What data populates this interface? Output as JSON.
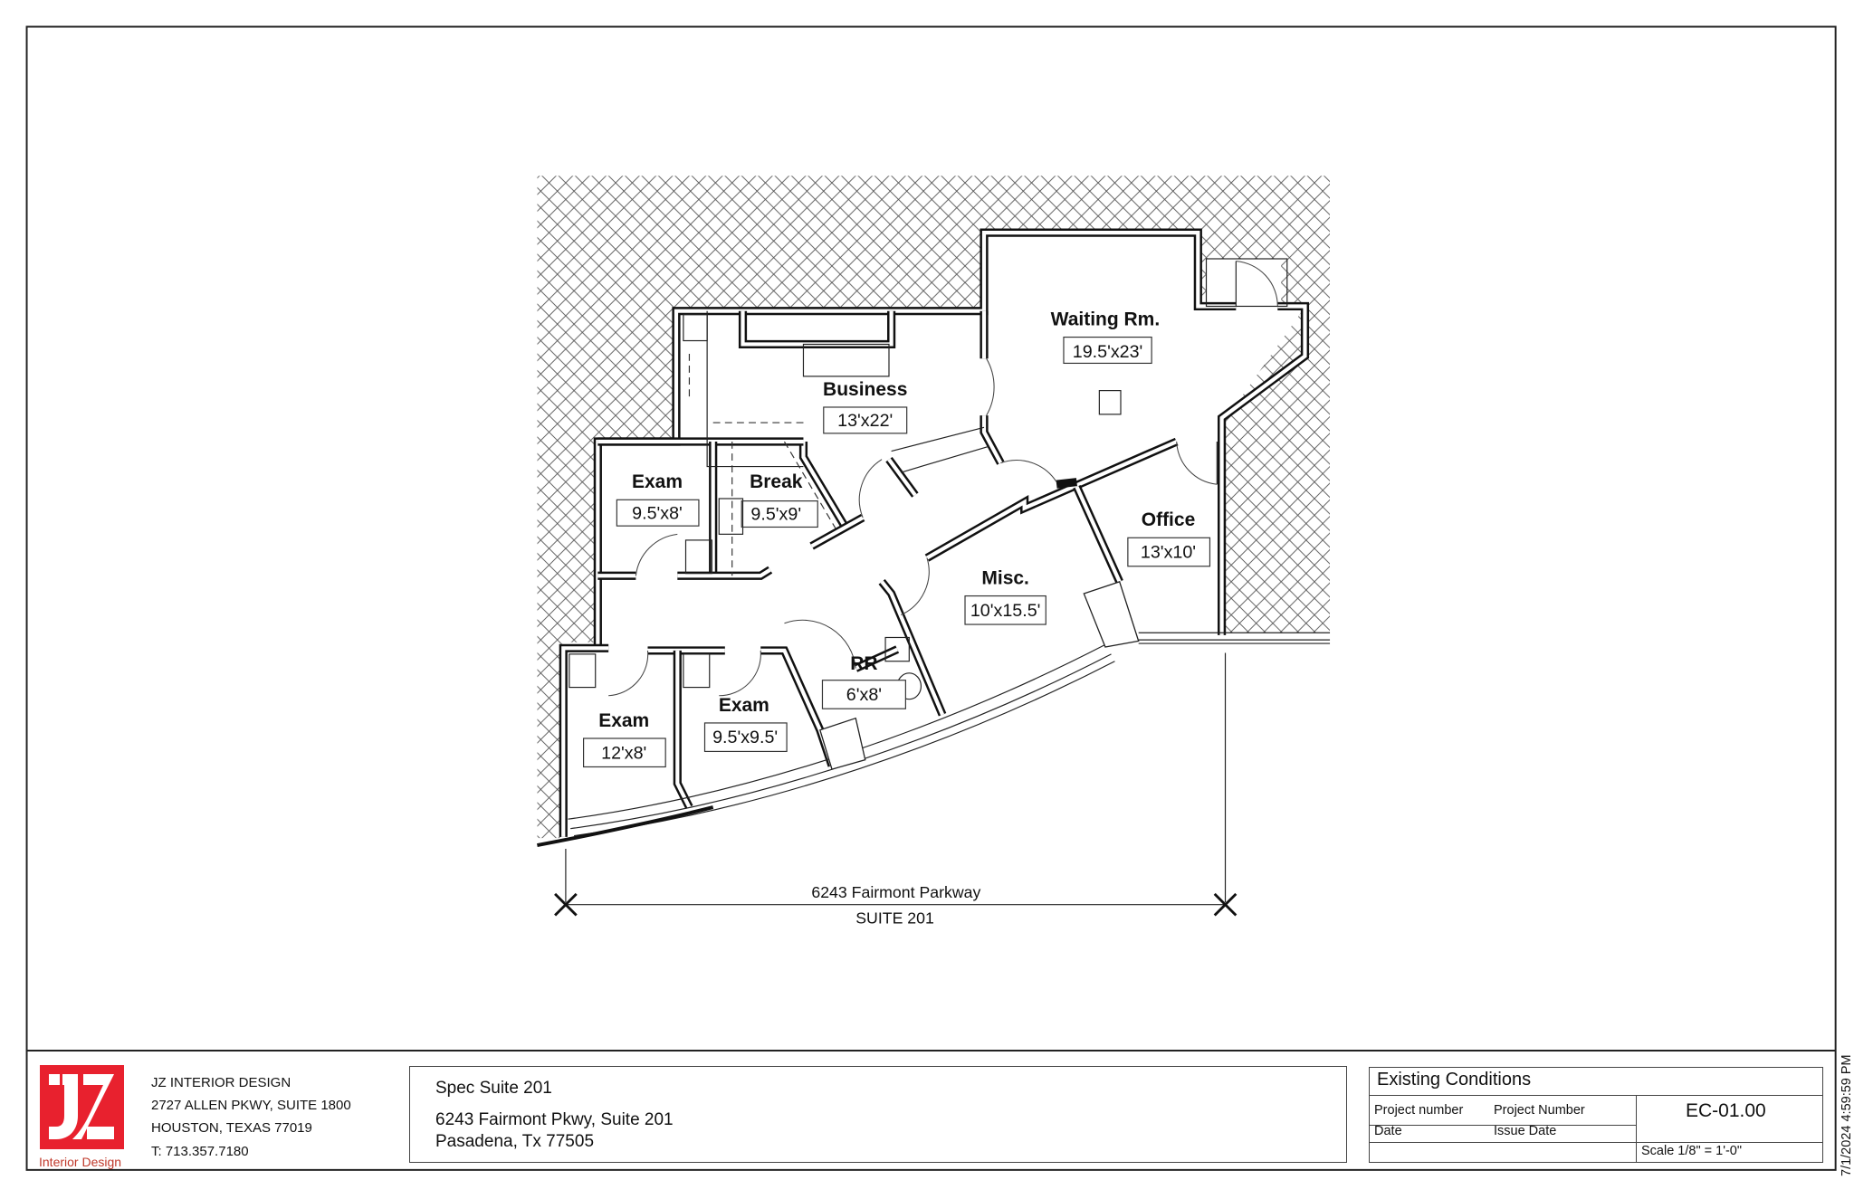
{
  "sheet": {
    "timestamp": "7/1/2024 4:59:59 PM"
  },
  "plan": {
    "rooms": [
      {
        "name": "Waiting Rm.",
        "size": "19.5'x23'"
      },
      {
        "name": "Business",
        "size": "13'x22'"
      },
      {
        "name": "Exam",
        "size": "9.5'x8'"
      },
      {
        "name": "Break",
        "size": "9.5'x9'"
      },
      {
        "name": "Office",
        "size": "13'x10'"
      },
      {
        "name": "Misc.",
        "size": "10'x15.5'"
      },
      {
        "name": "RR",
        "size": "6'x8'"
      },
      {
        "name": "Exam",
        "size": "12'x8'"
      },
      {
        "name": "Exam",
        "size": "9.5'x9.5'"
      }
    ],
    "street": "6243 Fairmont Parkway",
    "suite": "SUITE 201"
  },
  "title_block": {
    "firm": {
      "logo_text": "JZ",
      "logo_caption": "Interior Design",
      "logo_color": "#e8212e",
      "lines": [
        "JZ INTERIOR DESIGN",
        "2727 ALLEN PKWY, SUITE 1800",
        "HOUSTON, TEXAS 77019",
        "T:  713.357.7180"
      ]
    },
    "project": {
      "name": "Spec Suite 201",
      "address_line1": "6243 Fairmont Pkwy, Suite 201",
      "address_line2": "Pasadena, Tx 77505"
    },
    "sheet_info": {
      "title": "Existing Conditions",
      "project_number_label": "Project number",
      "project_number_value": "Project Number",
      "date_label": "Date",
      "date_value": "Issue Date",
      "sheet_number": "EC-01.00",
      "scale": "Scale  1/8\" = 1'-0\""
    }
  }
}
